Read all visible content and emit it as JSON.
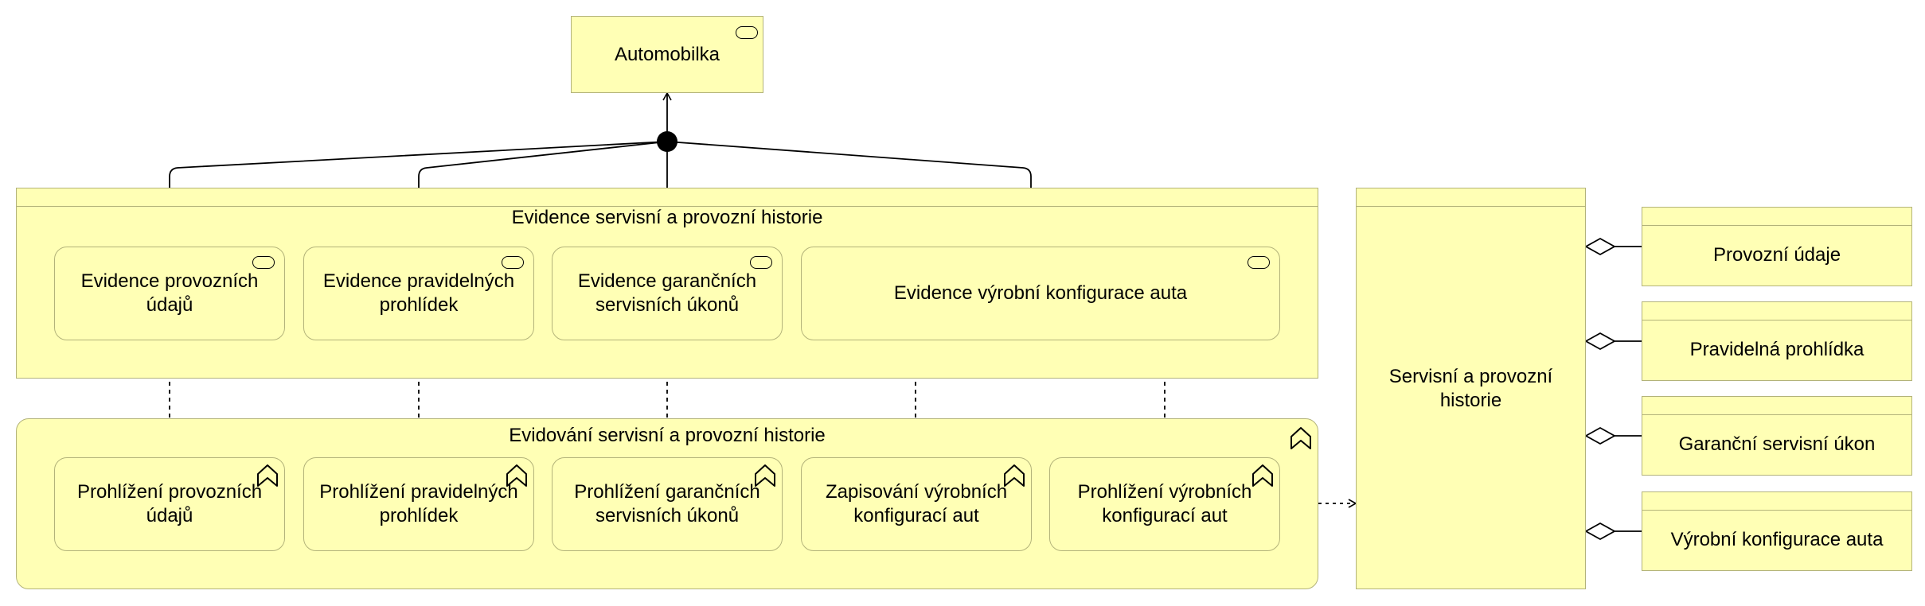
{
  "top_interface": {
    "label": "Automobilka"
  },
  "service_group": {
    "title": "Evidence servisní a provozní historie",
    "services": [
      {
        "label": "Evidence provozních údajů"
      },
      {
        "label": "Evidence pravidelných prohlídek"
      },
      {
        "label": "Evidence garančních servisních úkonů"
      },
      {
        "label": "Evidence výrobní konfigurace auta"
      }
    ]
  },
  "function_group": {
    "title": "Evidování servisní a provozní historie",
    "functions": [
      {
        "label": "Prohlížení provozních údajů"
      },
      {
        "label": "Prohlížení pravidelných prohlídek"
      },
      {
        "label": "Prohlížení garančních servisních úkonů"
      },
      {
        "label": "Zapisování výrobních konfigurací aut"
      },
      {
        "label": "Prohlížení výrobních konfigurací aut"
      }
    ]
  },
  "data_object_main": {
    "label": "Servisní a provozní historie"
  },
  "data_objects": [
    {
      "label": "Provozní údaje"
    },
    {
      "label": "Pravidelná prohlídka"
    },
    {
      "label": "Garanční servisní úkon"
    },
    {
      "label": "Výrobní konfigurace auta"
    }
  ],
  "colors": {
    "fill": "#ffffb5",
    "border": "#b3b37a",
    "line": "#000000"
  },
  "icons": {
    "service": "service-icon",
    "function": "function-icon"
  }
}
